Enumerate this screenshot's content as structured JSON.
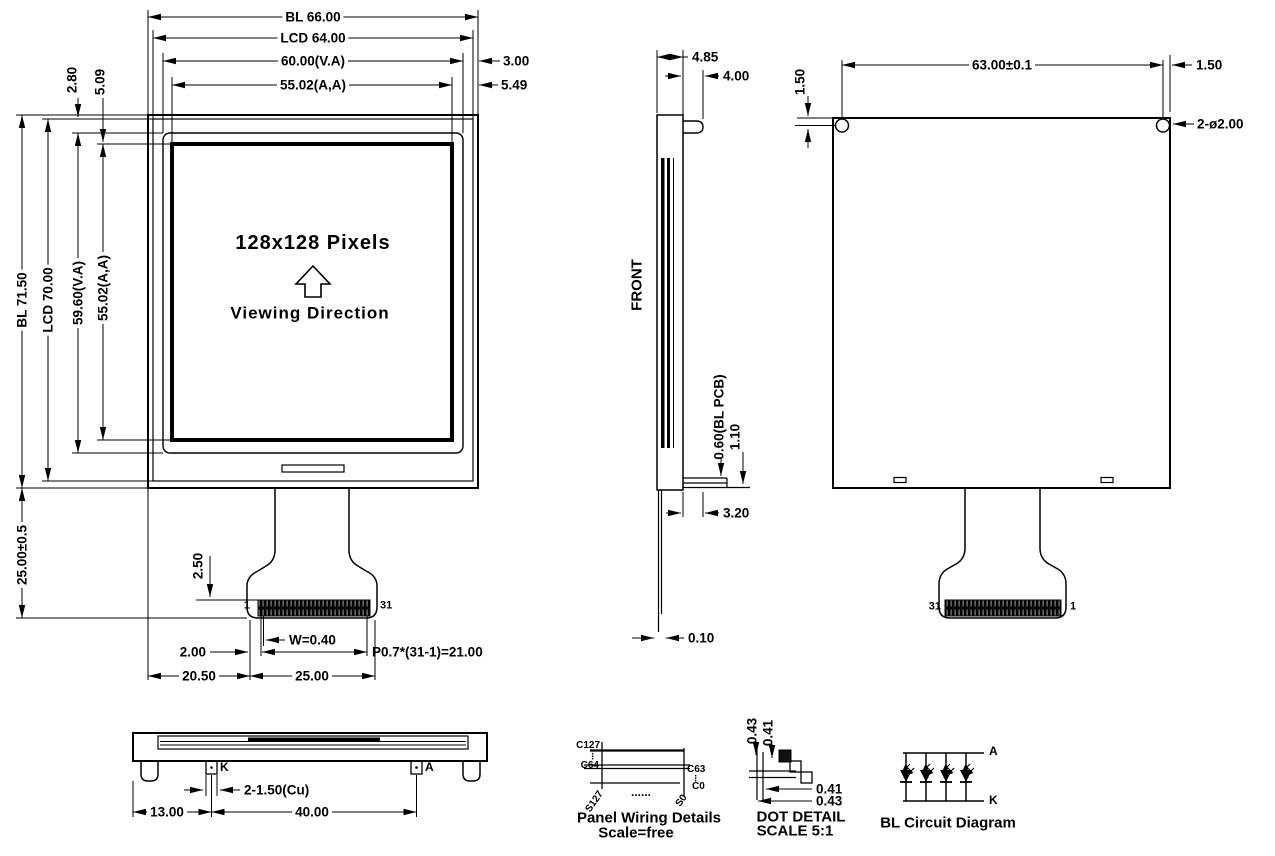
{
  "front": {
    "screen_line1": "128x128 Pixels",
    "screen_line2": "Viewing Direction",
    "dim_bl_w": "BL 66.00",
    "dim_lcd_w": "LCD 64.00",
    "dim_va_w": "60.00(V.A)",
    "dim_aa_w": "55.02(A,A)",
    "dim_edge_300": "3.00",
    "dim_edge_549": "5.49",
    "dim_top_280": "2.80",
    "dim_top_509": "5.09",
    "dim_bl_h": "BL 71.50",
    "dim_lcd_h": "LCD 70.00",
    "dim_va_h": "59.60(V.A)",
    "dim_aa_h": "55.02(A,A)",
    "dim_tail_len": "25.00±0.5",
    "dim_pad_len": "2.50",
    "dim_pad_w": "W=0.40",
    "dim_pitch": "P0.7*(31-1)=21.00",
    "dim_pad_off": "2.00",
    "dim_left_2050": "20.50",
    "dim_conn_2500": "25.00",
    "pin_first": "1",
    "pin_last": "31"
  },
  "side": {
    "front_label": "FRONT",
    "dim_total": "4.85",
    "dim_panel": "4.00",
    "dim_blpcb": "0.60(BL PCB)",
    "dim_pcb": "1.10",
    "dim_tab": "3.20",
    "dim_fpc": "0.10"
  },
  "back": {
    "dim_hole_span": "63.00±0.1",
    "dim_hole_right": "1.50",
    "dim_hole_top": "1.50",
    "dim_hole_dia": "2-ø2.00",
    "pin_first": "1",
    "pin_last": "31"
  },
  "bottom": {
    "pin_k": "K",
    "pin_a": "A",
    "dim_pins": "2-1.50(Cu)",
    "dim_left": "13.00",
    "dim_span": "40.00"
  },
  "wiring": {
    "c127": "C127",
    "c64": "C64",
    "c63": "C63",
    "c0": "C0",
    "s127": "S127",
    "s0": "S0",
    "dots": "......",
    "vdots": "⋮",
    "title": "Panel Wiring Details",
    "subtitle": "Scale=free"
  },
  "dot": {
    "dim_043_top": "0.43",
    "dim_041_top": "0.41",
    "dim_041_right": "0.41",
    "dim_043_right": "0.43",
    "title": "DOT DETAIL",
    "subtitle": "SCALE 5:1"
  },
  "circuit": {
    "anode": "A",
    "cathode": "K",
    "title": "BL Circuit  Diagram"
  }
}
